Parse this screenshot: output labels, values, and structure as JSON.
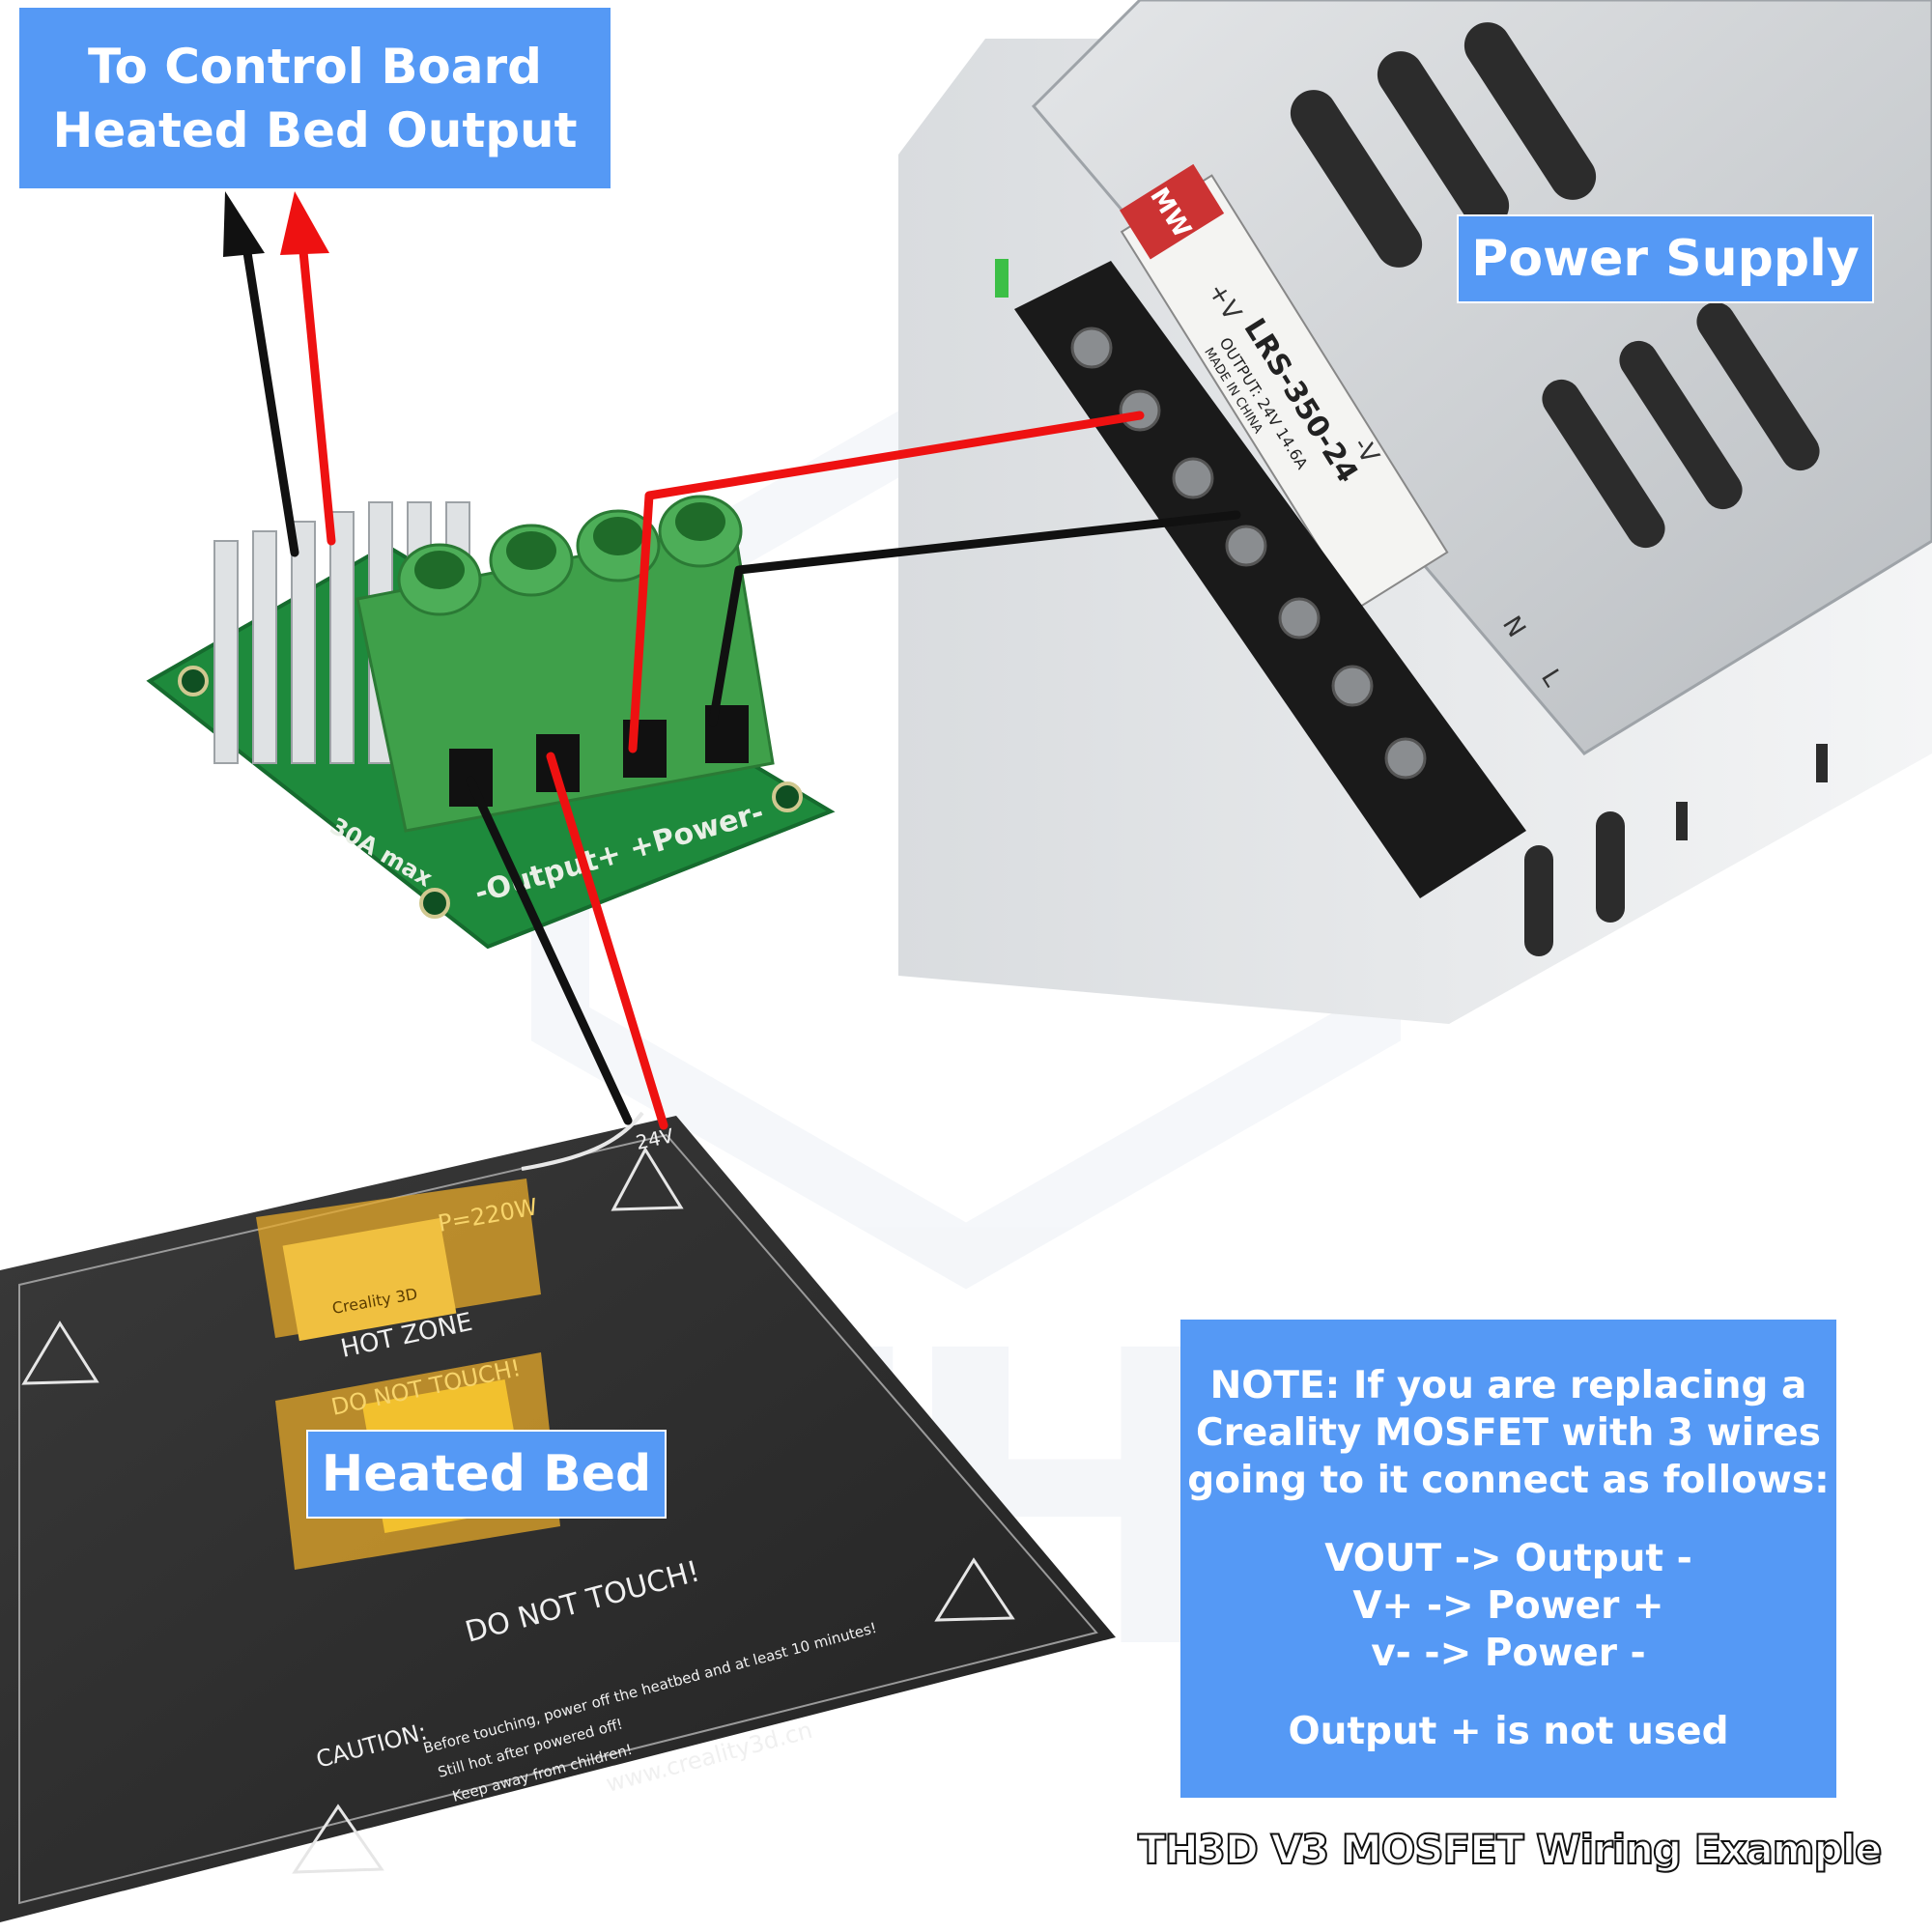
{
  "labels": {
    "control_board": [
      "To Control Board",
      "Heated Bed Output"
    ],
    "power_supply": "Power Supply",
    "heated_bed": "Heated Bed"
  },
  "note": {
    "intro": [
      "NOTE: If you are replacing a",
      "Creality MOSFET with 3 wires",
      "going to it connect as follows:"
    ],
    "mappings": [
      "VOUT -> Output -",
      "V+ -> Power +",
      "v- -> Power -"
    ],
    "footer": "Output + is not used"
  },
  "caption": "TH3D V3 MOSFET Wiring Example",
  "mosfet_board": {
    "rating": "30A max",
    "terminals": "-Output+  +Power-"
  },
  "power_supply_unit": {
    "brand": "MW",
    "model": "LRS-350-24",
    "output": "OUTPUT: 24V 14.6A",
    "made_in": "MADE IN CHINA",
    "terminal_plus": "+V",
    "terminal_minus": "-V",
    "terminal_n": "N",
    "terminal_l": "L"
  },
  "bed": {
    "voltage": "24V",
    "power": "P=220W",
    "brand": "Creality 3D",
    "hot_zone": "HOT ZONE",
    "do_not_touch_small": "DO NOT TOUCH!",
    "do_not_touch": "DO NOT TOUCH!",
    "caution": "CAUTION:",
    "caution_lines": [
      "Before touching, power off the heatbed and at least 10 minutes!",
      "Still hot after powered off!",
      "Keep away from children!"
    ],
    "url": "www.creality3d.cn"
  },
  "colors": {
    "label_bg": "#5599f5",
    "wire_red": "#ee1111",
    "wire_black": "#111111",
    "pcb_green": "#1e8a3c",
    "terminal_green": "#3fa04a",
    "bed_black": "#2a2a2a",
    "psu_silver": "#c8cbce"
  }
}
